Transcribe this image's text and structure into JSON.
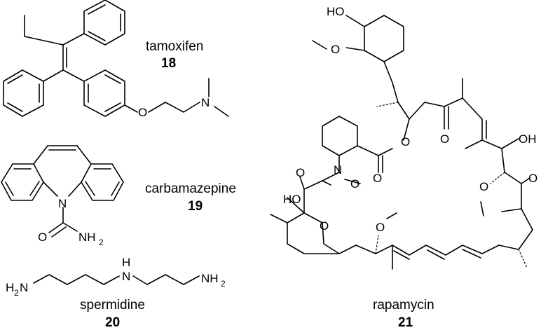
{
  "compounds": [
    {
      "name": "tamoxifen",
      "number": "18"
    },
    {
      "name": "carbamazepine",
      "number": "19"
    },
    {
      "name": "spermidine",
      "number": "20"
    },
    {
      "name": "rapamycin",
      "number": "21"
    }
  ],
  "atoms": {
    "O": "O",
    "N": "N",
    "H": "H",
    "HO": "HO",
    "OH": "OH",
    "NH": "NH",
    "H2_sub": "2",
    "H2N_pre": "H",
    "H2N_post": "N"
  }
}
